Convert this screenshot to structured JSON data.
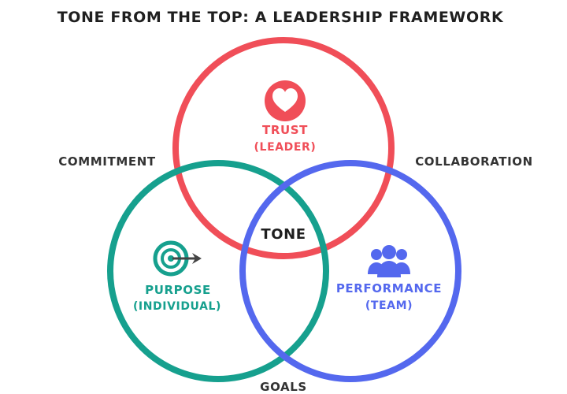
{
  "title": "TONE FROM THE TOP: A LEADERSHIP FRAMEWORK",
  "center_label": "TONE",
  "colors": {
    "trust": "#F04E58",
    "purpose": "#16A08E",
    "performance": "#5468EE",
    "text": "#1f1f1f"
  },
  "circles": {
    "trust": {
      "label": "TRUST",
      "sub": "(LEADER)",
      "icon": "heart-icon"
    },
    "purpose": {
      "label": "PURPOSE",
      "sub": "(INDIVIDUAL)",
      "icon": "target-icon"
    },
    "performance": {
      "label": "PERFORMANCE",
      "sub": "(TEAM)",
      "icon": "team-icon"
    }
  },
  "relations": {
    "commitment": "COMMITMENT",
    "collaboration": "COLLABORATION",
    "goals": "GOALS"
  }
}
